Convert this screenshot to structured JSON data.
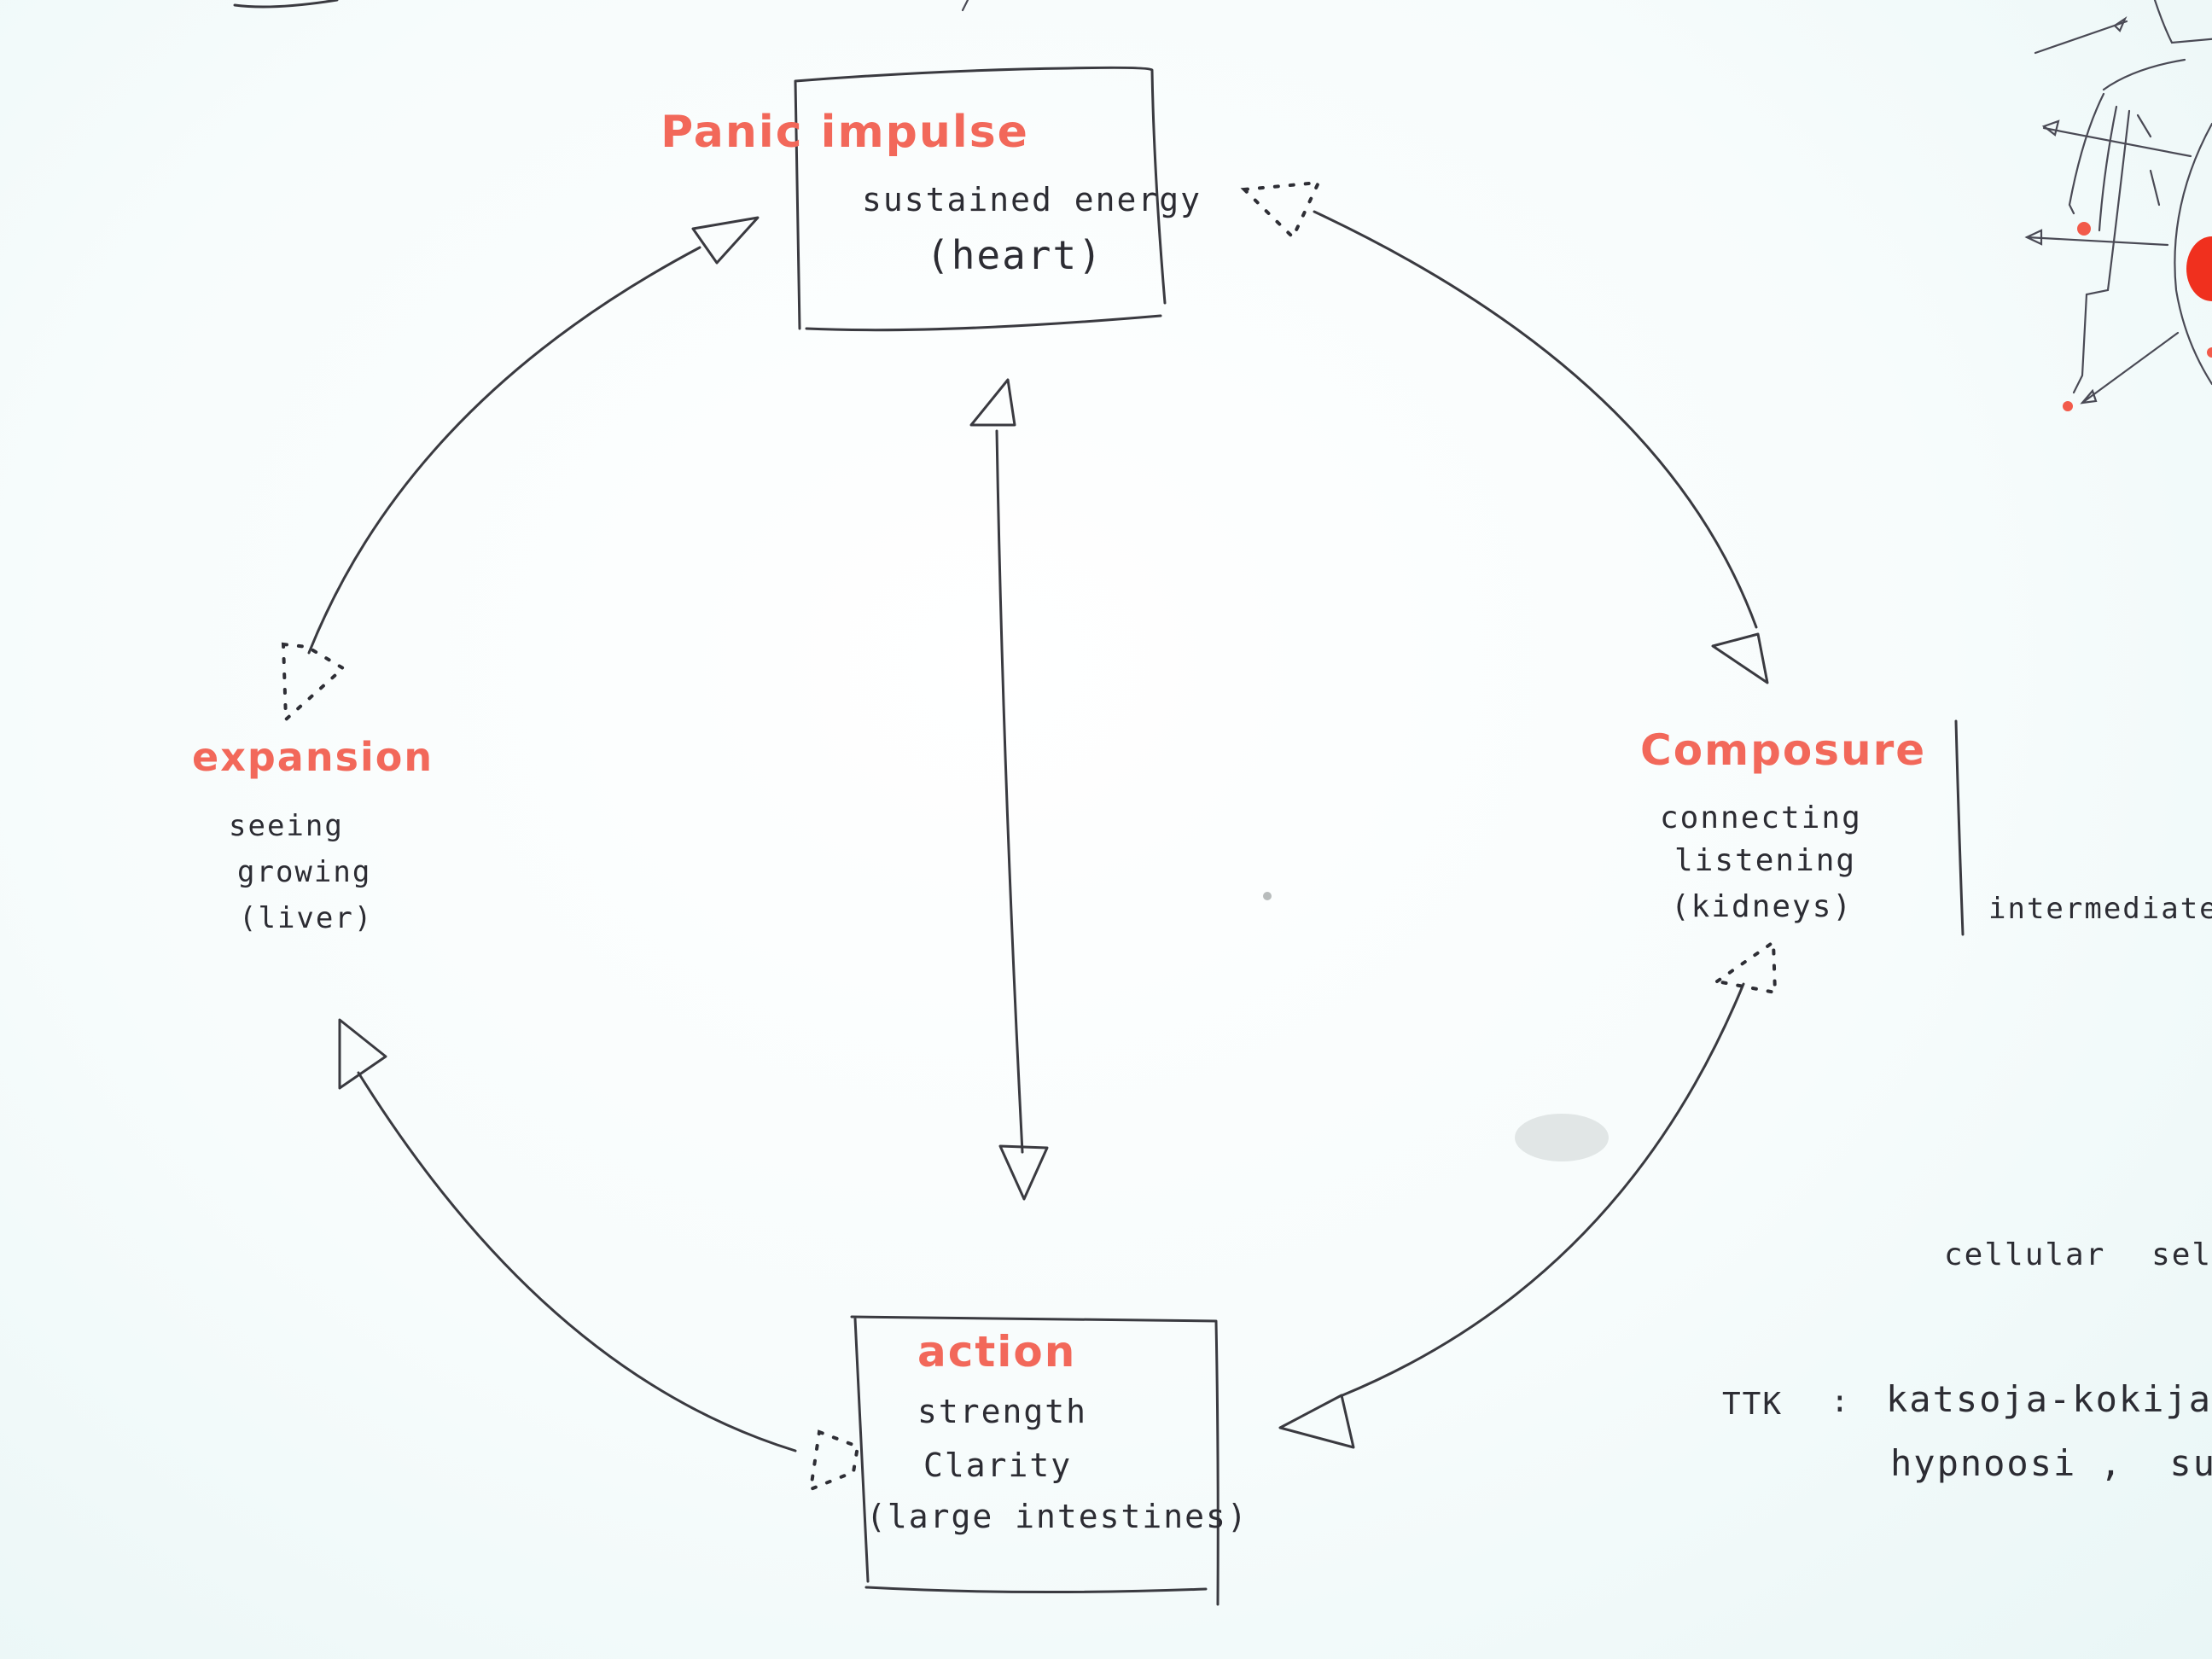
{
  "diagram": {
    "title": "Five-element style cycle (hand-drawn)",
    "accent_color": "#f2685a",
    "ink_color": "#2c2c33",
    "nodes": [
      {
        "id": "panic-impulse",
        "title": "Panic impulse",
        "lines": [
          "sustained energy",
          "(heart)"
        ],
        "boxed": true
      },
      {
        "id": "composure",
        "title": "Composure",
        "lines": [
          "connecting",
          "listening",
          "(kidneys)"
        ],
        "boxed": false
      },
      {
        "id": "action",
        "title": "action",
        "lines": [
          "strength",
          "Clarity",
          "(large intestines)"
        ],
        "boxed": true
      },
      {
        "id": "expansion",
        "title": "expansion",
        "lines": [
          "seeing",
          "growing",
          "(liver)"
        ],
        "boxed": false
      }
    ],
    "edges": [
      {
        "from": "expansion",
        "to": "panic-impulse",
        "arrow": "solid",
        "tail": "dotted"
      },
      {
        "from": "panic-impulse",
        "to": "composure",
        "arrow": "solid",
        "tail": "dotted"
      },
      {
        "from": "action",
        "to": "composure",
        "arrow": "dotted",
        "tail": "solid"
      },
      {
        "from": "action",
        "to": "expansion",
        "arrow": "solid",
        "tail": "dotted"
      },
      {
        "from": "panic-impulse",
        "to": "action",
        "arrow": "solid-both-ends"
      }
    ],
    "side_notes": {
      "intermediate": "intermediate",
      "cellular": "cellular self",
      "ttk_label": "TTK",
      "ttk_colon": ":",
      "ttk_line1": "katsoja-kokija",
      "ttk_line2": "hypnoosi ,  sug"
    },
    "corner_sketch": "figure-sketch-with-arrows"
  }
}
